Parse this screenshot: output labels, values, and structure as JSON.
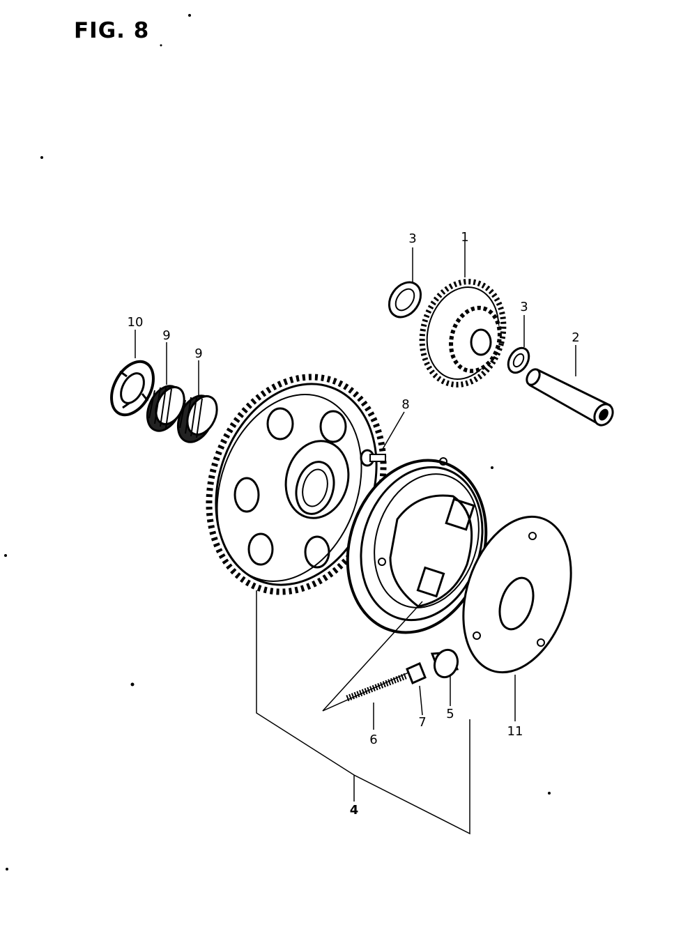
{
  "figure": {
    "title": "FIG. 8"
  },
  "callouts": {
    "c1": "1",
    "c2": "2",
    "c3a": "3",
    "c3b": "3",
    "c4": "4",
    "c5": "5",
    "c6": "6",
    "c7": "7",
    "c8": "8",
    "c9a": "9",
    "c9b": "9",
    "c10": "10",
    "c11": "11"
  }
}
